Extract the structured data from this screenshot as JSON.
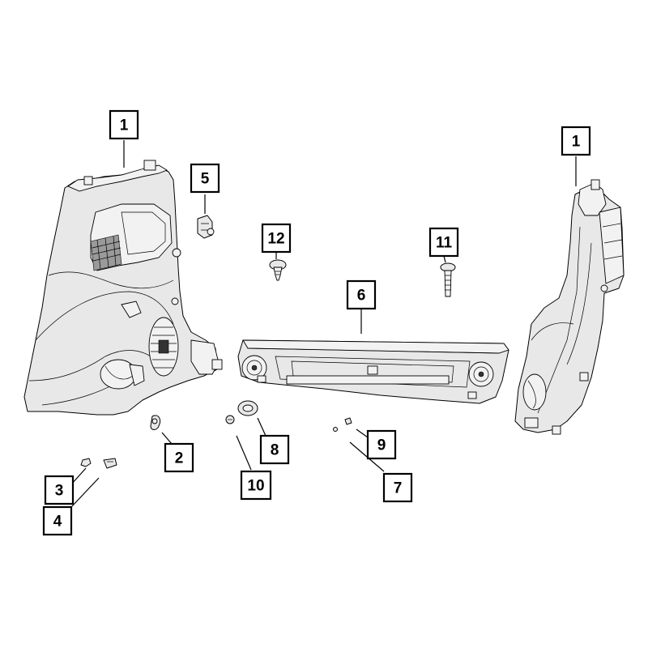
{
  "diagram": {
    "callouts": [
      {
        "id": "callout-1-left",
        "label": "1"
      },
      {
        "id": "callout-1-right",
        "label": "1"
      },
      {
        "id": "callout-2",
        "label": "2"
      },
      {
        "id": "callout-3",
        "label": "3"
      },
      {
        "id": "callout-4",
        "label": "4"
      },
      {
        "id": "callout-5",
        "label": "5"
      },
      {
        "id": "callout-6",
        "label": "6"
      },
      {
        "id": "callout-7",
        "label": "7"
      },
      {
        "id": "callout-8",
        "label": "8"
      },
      {
        "id": "callout-9",
        "label": "9"
      },
      {
        "id": "callout-10",
        "label": "10"
      },
      {
        "id": "callout-11",
        "label": "11"
      },
      {
        "id": "callout-12",
        "label": "12"
      }
    ]
  }
}
